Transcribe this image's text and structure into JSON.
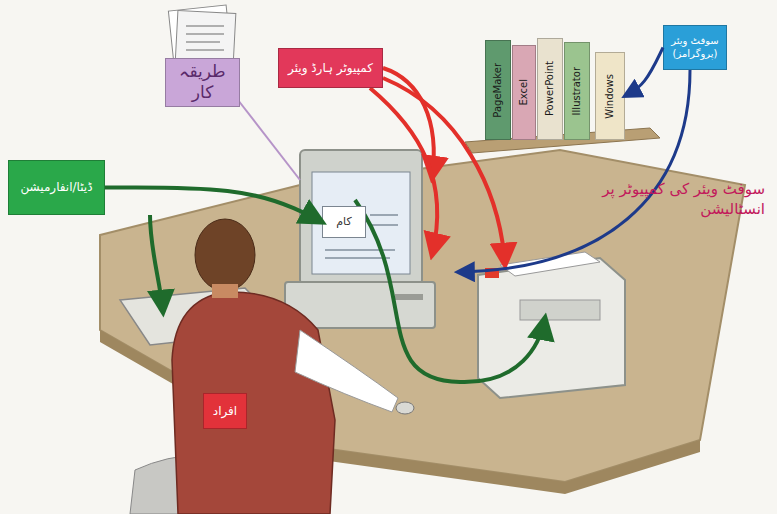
{
  "diagram": {
    "nodes": [
      {
        "text": [
          "طریقہ کار"
        ]
      },
      {
        "text": [
          "کمپیوٹر ہارڈ ویئر"
        ]
      },
      {
        "text": [
          "سوفٹ ویئر (پروگرامز)"
        ]
      },
      {
        "text": [
          "PageMaker"
        ]
      },
      {
        "text": [
          "Excel"
        ]
      },
      {
        "text": [
          "PowerPoint"
        ]
      },
      {
        "text": [
          "Illustrator"
        ]
      },
      {
        "text": [
          "Windows"
        ]
      },
      {
        "text": [
          "ڈیٹا/انفارمیشن"
        ]
      },
      {
        "text": [
          "کام"
        ]
      },
      {
        "text": [
          "افراد"
        ]
      }
    ],
    "edges": [
      {
        "from": 2,
        "to": 7,
        "arrow": "to"
      },
      {
        "from": 8,
        "to": 9,
        "arrow": "to"
      }
    ],
    "labels": [
      "سوفٹ ویئر کی کمپیوٹر پر انسٹالیشن"
    ]
  }
}
